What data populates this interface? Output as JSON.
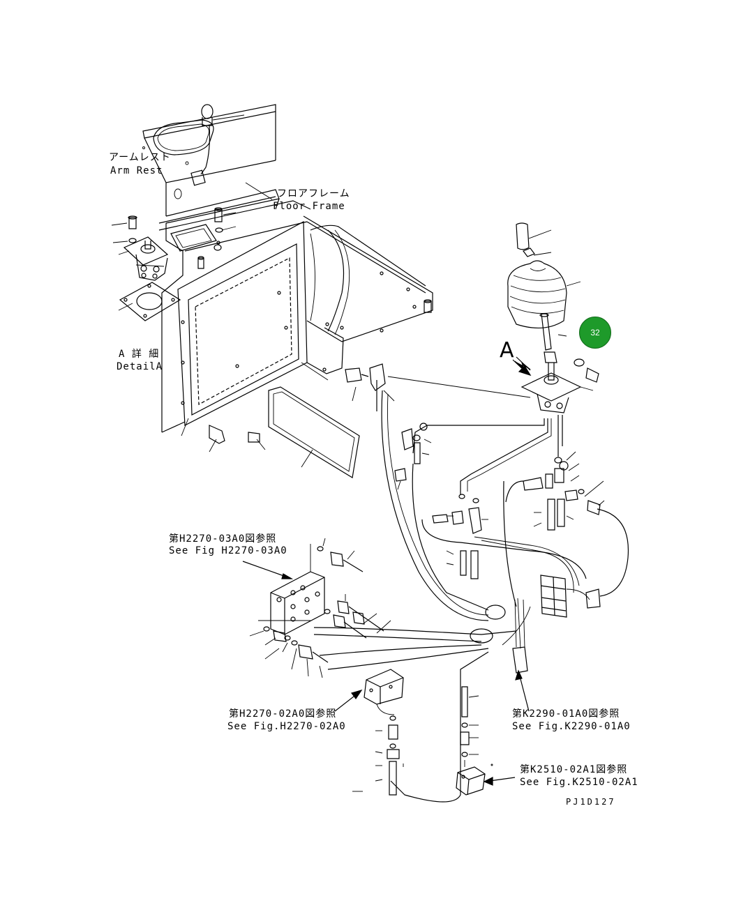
{
  "labels": {
    "arm_rest_jp": "アームレスト",
    "arm_rest_en": "Arm Rest",
    "floor_frame_jp": "フロアフレーム",
    "floor_frame_en": "Floor Frame",
    "detail_a_jp": "A 詳 細",
    "detail_a_en": "DetailA",
    "view_a": "A",
    "ref_h2270_03a0_jp": "第H2270-03A0図参照",
    "ref_h2270_03a0_en": "See Fig H2270-03A0",
    "ref_h2270_02a0_jp": "第H2270-02A0図参照",
    "ref_h2270_02a0_en": "See Fig.H2270-02A0",
    "ref_k2290_01a0_jp": "第K2290-01A0図参照",
    "ref_k2290_01a0_en": "See Fig.K2290-01A0",
    "ref_k2510_02a1_jp": "第K2510-02A1図参照",
    "ref_k2510_02a1_en": "See Fig.K2510-02A1",
    "drawing_number": "PJ1D127"
  },
  "hotspot": {
    "label": "32",
    "color": "#1e9a2a"
  }
}
